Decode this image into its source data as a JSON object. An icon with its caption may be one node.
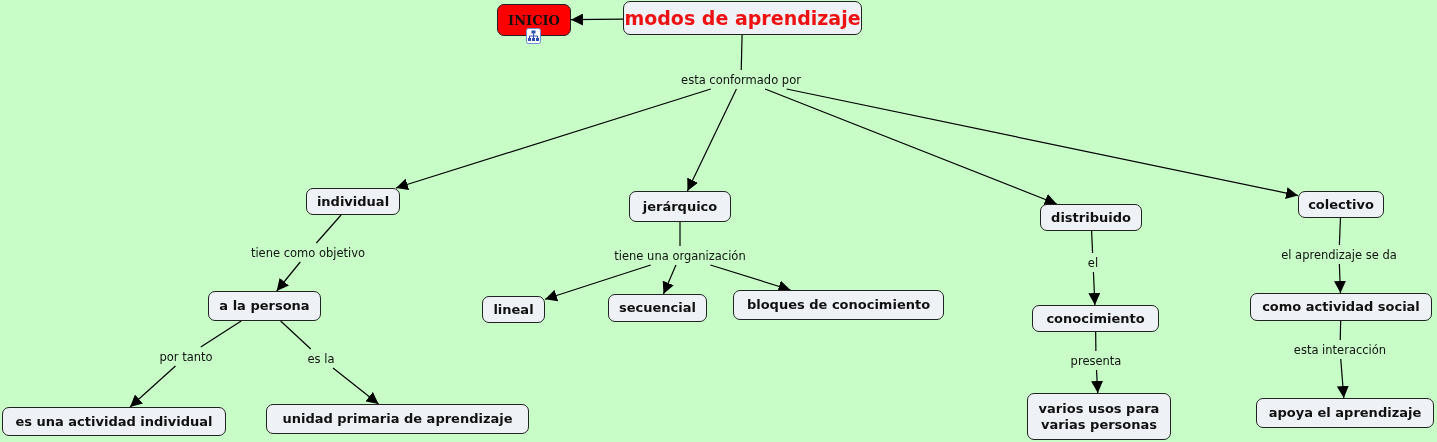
{
  "diagram": {
    "nodes": [
      {
        "text": [
          "INICIO"
        ]
      },
      {
        "text": [
          "modos de aprendizaje"
        ]
      },
      {
        "text": [
          "esta conformado por"
        ]
      },
      {
        "text": [
          "individual"
        ]
      },
      {
        "text": [
          "jerárquico"
        ]
      },
      {
        "text": [
          "distribuido"
        ]
      },
      {
        "text": [
          "colectivo"
        ]
      },
      {
        "text": [
          "tiene como objetivo"
        ]
      },
      {
        "text": [
          "a la persona"
        ]
      },
      {
        "text": [
          "por tanto"
        ]
      },
      {
        "text": [
          "es la"
        ]
      },
      {
        "text": [
          "es una actividad individual"
        ]
      },
      {
        "text": [
          "unidad primaria de aprendizaje"
        ]
      },
      {
        "text": [
          "tiene una organización"
        ]
      },
      {
        "text": [
          "lineal"
        ]
      },
      {
        "text": [
          "secuencial"
        ]
      },
      {
        "text": [
          "bloques de conocimiento"
        ]
      },
      {
        "text": [
          "el"
        ]
      },
      {
        "text": [
          "conocimiento"
        ]
      },
      {
        "text": [
          "presenta"
        ]
      },
      {
        "text": [
          "varios usos para varias personas"
        ]
      },
      {
        "text": [
          "el aprendizaje se da"
        ]
      },
      {
        "text": [
          "como actividad social"
        ]
      },
      {
        "text": [
          "esta interacción"
        ]
      },
      {
        "text": [
          "apoya el aprendizaje"
        ]
      }
    ],
    "edges": [
      {
        "from": 1,
        "to": 0,
        "arrow": "to"
      },
      {
        "from": 1,
        "to": 2,
        "arrow": "none"
      },
      {
        "from": 2,
        "to": 3,
        "arrow": "to"
      },
      {
        "from": 2,
        "to": 4,
        "arrow": "to"
      },
      {
        "from": 2,
        "to": 5,
        "arrow": "to"
      },
      {
        "from": 2,
        "to": 6,
        "arrow": "to"
      },
      {
        "from": 3,
        "to": 7,
        "arrow": "none"
      },
      {
        "from": 7,
        "to": 8,
        "arrow": "to"
      },
      {
        "from": 8,
        "to": 9,
        "arrow": "none"
      },
      {
        "from": 9,
        "to": 11,
        "arrow": "to"
      },
      {
        "from": 8,
        "to": 10,
        "arrow": "none"
      },
      {
        "from": 10,
        "to": 12,
        "arrow": "to"
      },
      {
        "from": 4,
        "to": 13,
        "arrow": "none"
      },
      {
        "from": 13,
        "to": 14,
        "arrow": "to"
      },
      {
        "from": 13,
        "to": 15,
        "arrow": "to"
      },
      {
        "from": 13,
        "to": 16,
        "arrow": "to"
      },
      {
        "from": 5,
        "to": 17,
        "arrow": "none"
      },
      {
        "from": 17,
        "to": 18,
        "arrow": "to"
      },
      {
        "from": 18,
        "to": 19,
        "arrow": "none"
      },
      {
        "from": 19,
        "to": 20,
        "arrow": "to"
      },
      {
        "from": 6,
        "to": 21,
        "arrow": "none"
      },
      {
        "from": 21,
        "to": 22,
        "arrow": "to"
      },
      {
        "from": 22,
        "to": 23,
        "arrow": "none"
      },
      {
        "from": 23,
        "to": 24,
        "arrow": "to"
      }
    ]
  }
}
